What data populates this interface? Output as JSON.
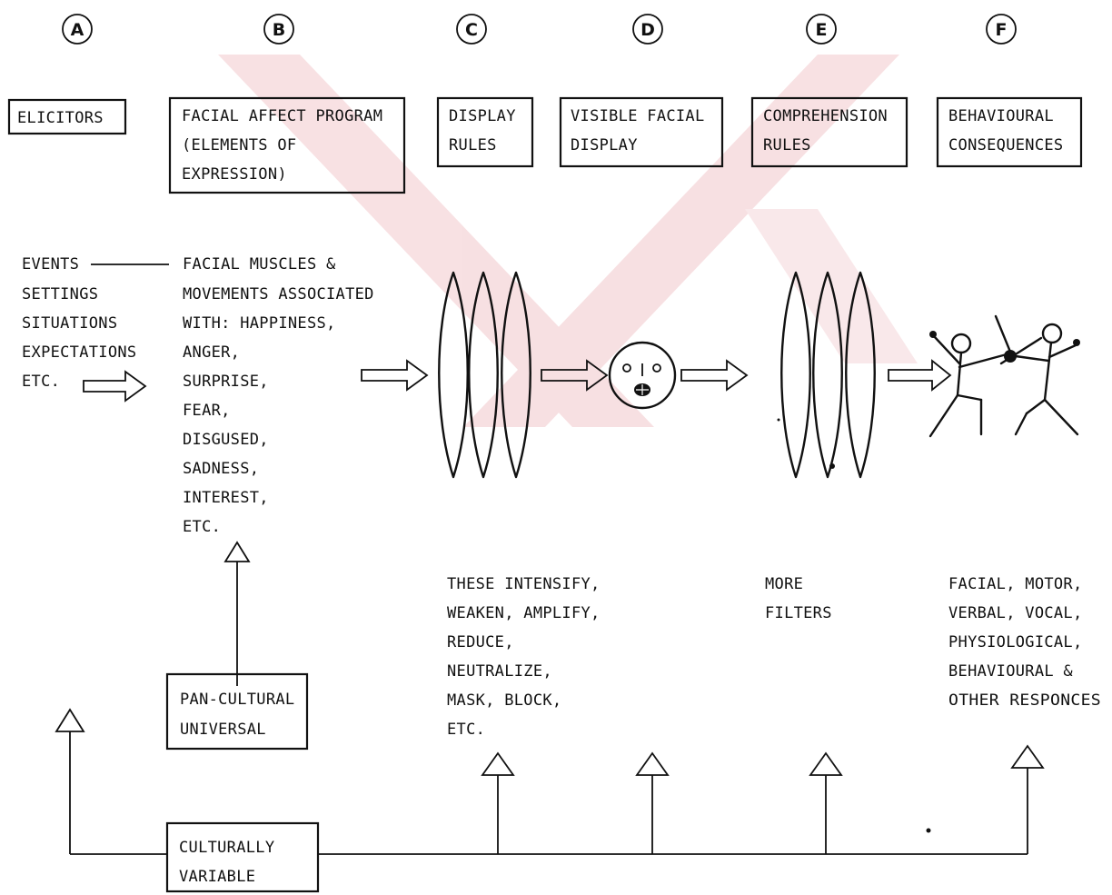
{
  "columns": [
    {
      "letter": "A",
      "box": [
        "ELICITORS"
      ]
    },
    {
      "letter": "B",
      "box": [
        "FACIAL AFFECT PROGRAM",
        "(ELEMENTS OF",
        "EXPRESSION)"
      ]
    },
    {
      "letter": "C",
      "box": [
        "DISPLAY",
        "RULES"
      ]
    },
    {
      "letter": "D",
      "box": [
        "VISIBLE FACIAL",
        "DISPLAY"
      ]
    },
    {
      "letter": "E",
      "box": [
        "COMPREHENSION",
        "RULES"
      ]
    },
    {
      "letter": "F",
      "box": [
        "BEHAVIOURAL",
        "CONSEQUENCES"
      ]
    }
  ],
  "elicitors_list": [
    "EVENTS",
    "SETTINGS",
    "SITUATIONS",
    "EXPECTATIONS",
    "ETC."
  ],
  "facial_muscles_text": [
    "FACIAL MUSCLES &",
    "MOVEMENTS ASSOCIATED",
    "WITH: HAPPINESS,",
    "ANGER,",
    "SURPRISE,",
    "FEAR,",
    "DISGUSED,",
    "SADNESS,",
    "INTEREST,",
    "ETC."
  ],
  "display_rules_note": [
    "THESE INTENSIFY,",
    "WEAKEN, AMPLIFY,",
    "REDUCE,",
    "NEUTRALIZE,",
    "MASK, BLOCK,",
    "ETC."
  ],
  "comprehension_note": [
    "MORE",
    "FILTERS"
  ],
  "consequences_note": [
    "FACIAL, MOTOR,",
    "VERBAL, VOCAL,",
    "PHYSIOLOGICAL,",
    "BEHAVIOURAL &",
    "OTHER RESPONCES"
  ],
  "pan_cultural_box": [
    "PAN-CULTURAL",
    "UNIVERSAL"
  ],
  "culturally_variable_box": [
    "CULTURALLY",
    "VARIABLE"
  ],
  "colors": {
    "watermark": "#f2c8cc",
    "ink": "#111111"
  }
}
